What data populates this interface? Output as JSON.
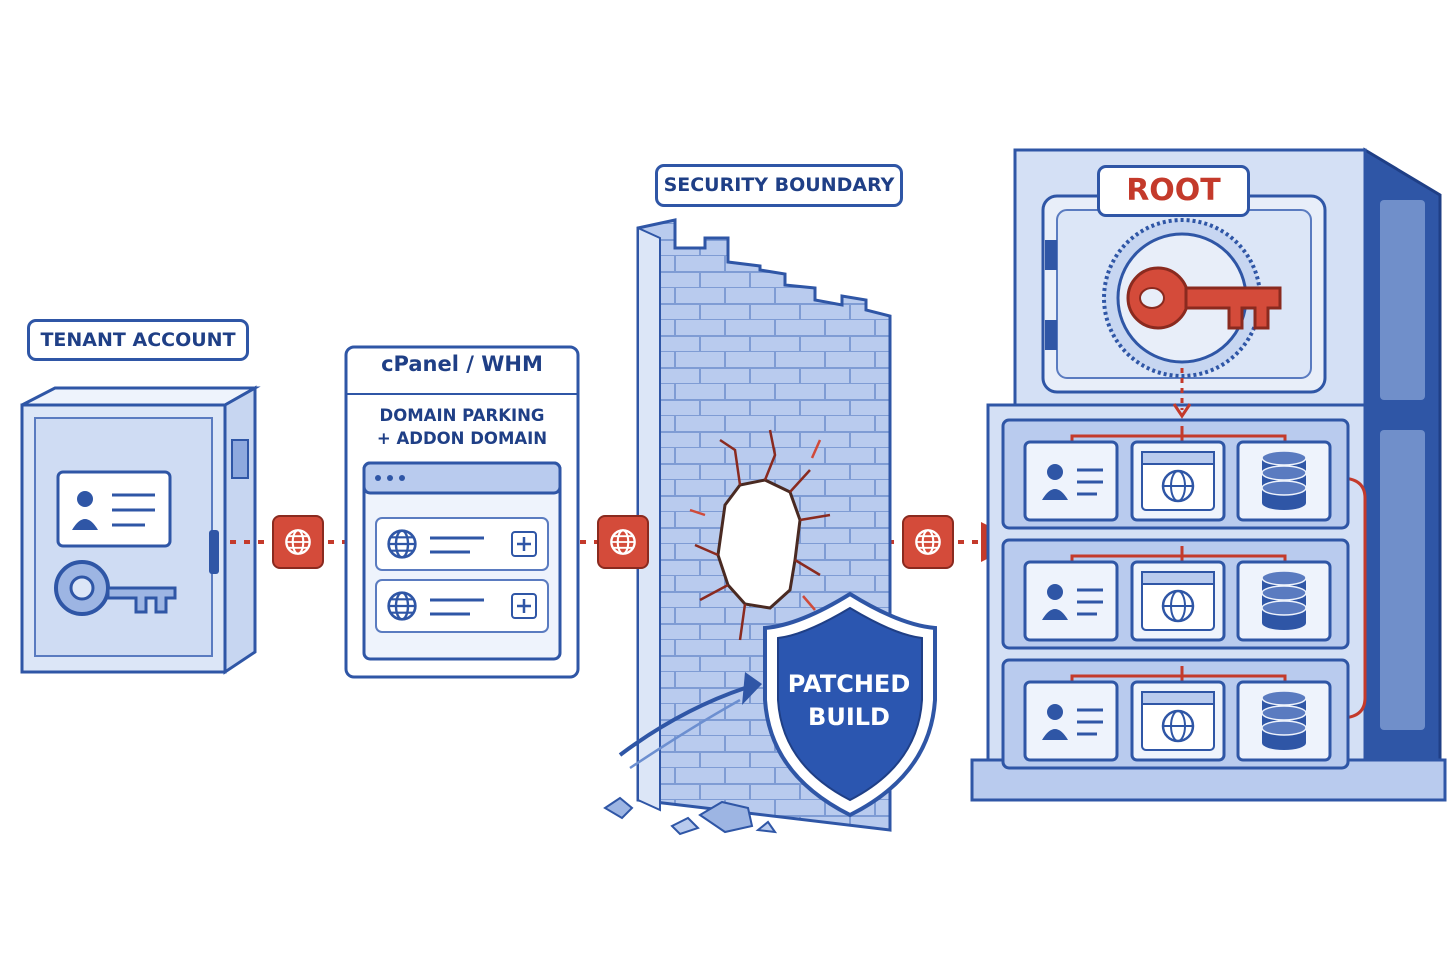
{
  "labels": {
    "tenant_account": "TENANT ACCOUNT",
    "security_boundary": "SECURITY BOUNDARY",
    "root": "ROOT"
  },
  "panel": {
    "title": "cPanel / WHM",
    "subtitle_line1": "DOMAIN PARKING",
    "subtitle_line2": "+ ADDON DOMAIN",
    "rows": 2
  },
  "shield": {
    "line1": "PATCHED",
    "line2": "BUILD"
  },
  "server": {
    "shelves": 3,
    "shelf_items": [
      "user-card-icon",
      "browser-globe-icon",
      "database-icon"
    ]
  },
  "colors": {
    "primary_blue": "#2f56a6",
    "dark_blue": "#1f3f86",
    "light_blue": "#dce6f7",
    "accent_red": "#c43a2b"
  }
}
